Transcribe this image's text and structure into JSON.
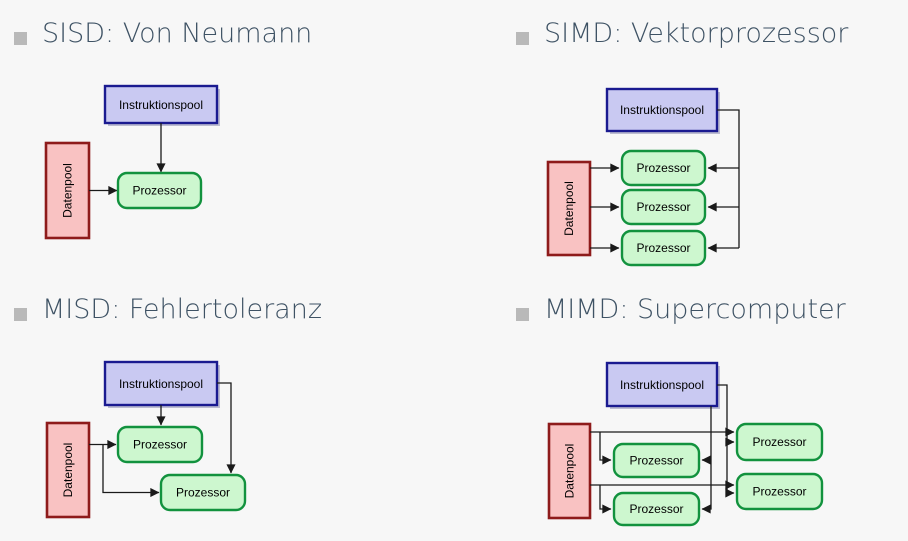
{
  "page": {
    "background": "#f7f7f7"
  },
  "colors": {
    "heading_text": "#3e5264",
    "bullet": "#b9b9b9",
    "instruction_pool_fill": "#c9c9f2",
    "instruction_pool_border": "#1a1a90",
    "data_pool_fill": "#f9c2c2",
    "data_pool_border": "#8e1b1b",
    "processor_fill": "#cdf7cf",
    "processor_border": "#12923e",
    "connector": "#1a1a1a"
  },
  "quadrants": [
    {
      "id": "sisd",
      "title": "SISD: Von Neumann",
      "labels": {
        "instruction_pool": "Instruktionspool",
        "data_pool": "Datenpool",
        "processor": "Prozessor"
      },
      "processor_count": 1
    },
    {
      "id": "simd",
      "title": "SIMD: Vektorprozessor",
      "labels": {
        "instruction_pool": "Instruktionspool",
        "data_pool": "Datenpool",
        "processor": "Prozessor"
      },
      "processor_count": 3
    },
    {
      "id": "misd",
      "title": "MISD: Fehlertoleranz",
      "labels": {
        "instruction_pool": "Instruktionspool",
        "data_pool": "Datenpool",
        "processor": "Prozessor"
      },
      "processor_count": 2
    },
    {
      "id": "mimd",
      "title": "MIMD: Supercomputer",
      "labels": {
        "instruction_pool": "Instruktionspool",
        "data_pool": "Datenpool",
        "processor": "Prozessor"
      },
      "processor_count": 4
    }
  ]
}
